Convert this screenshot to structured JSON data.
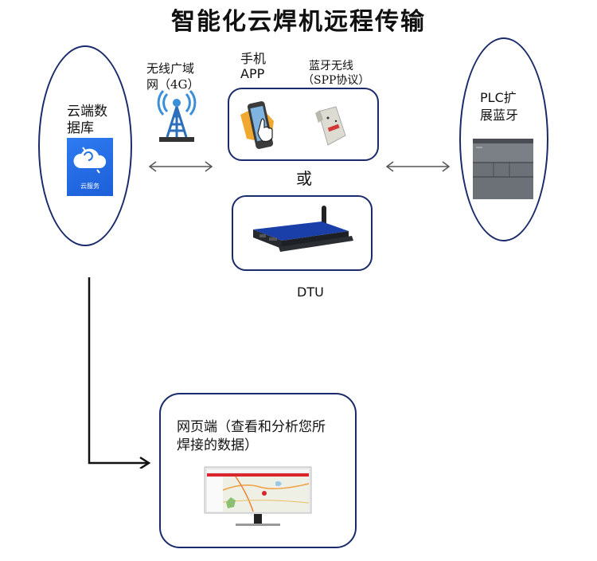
{
  "title": "智能化云焊机远程传输",
  "cloud_db": {
    "label_line1": "云端数",
    "label_line2": "据库",
    "app_caption": "云服务",
    "tile_color": "#2272e8"
  },
  "wan": {
    "label_line1": "无线广域",
    "label_line2": "网（4G）",
    "icon": "cell-tower-icon"
  },
  "phone_app": {
    "label_line1": "手机",
    "label_line2": "APP",
    "icon": "smartphone-touch-icon"
  },
  "bluetooth": {
    "label_line1": "蓝牙无线",
    "label_line2": "（SPP协议）",
    "icon": "bluetooth-adapter-icon"
  },
  "or_label": "或",
  "dtu": {
    "label": "DTU",
    "icon": "dtu-router-icon"
  },
  "plc": {
    "label_line1": "PLC扩",
    "label_line2": "展蓝牙",
    "icon": "plc-module-icon"
  },
  "web": {
    "label_line1": "网页端（查看和分析您所",
    "label_line2": "焊接的数据）",
    "icon": "monitor-map-icon"
  },
  "colors": {
    "outline": "#1b2a6b",
    "arrow": "#555555",
    "connector": "#111111"
  }
}
